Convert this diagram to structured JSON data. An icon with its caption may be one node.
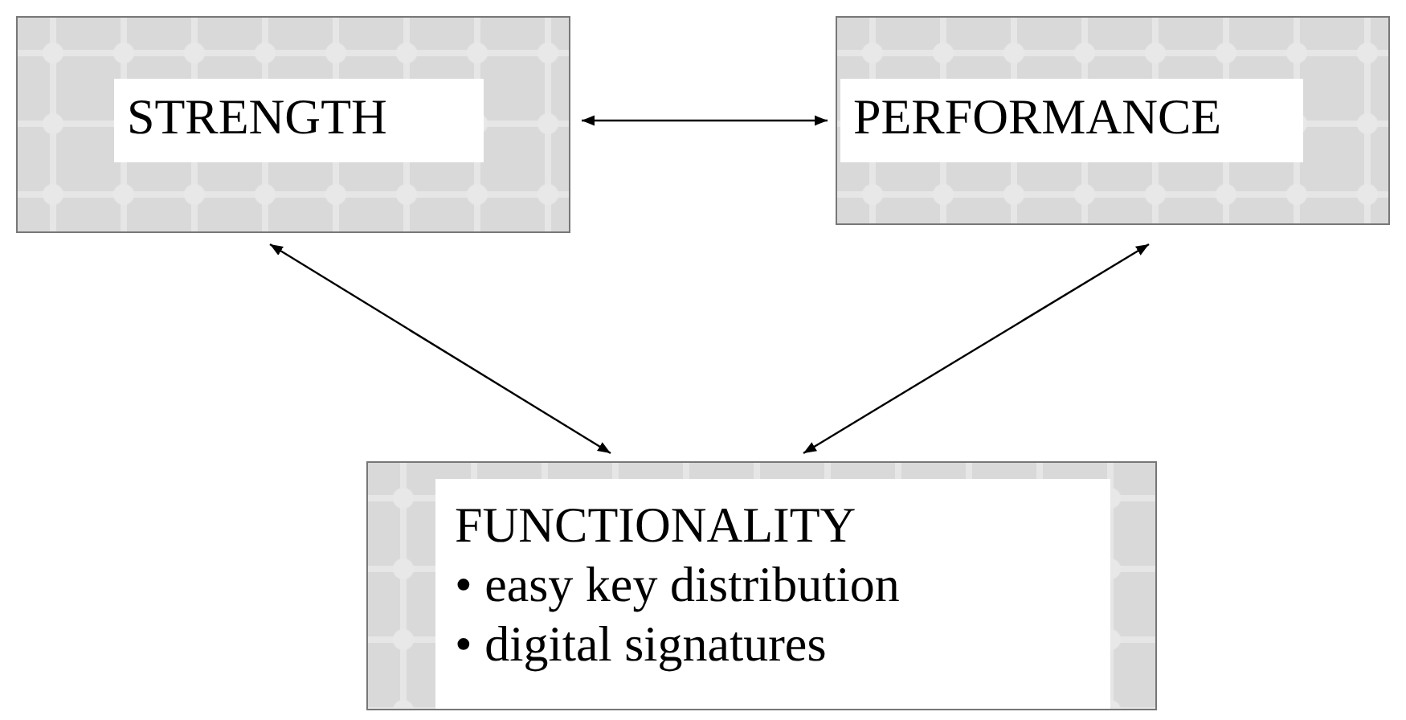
{
  "diagram": {
    "nodes": [
      {
        "text": [
          "STRENGTH"
        ]
      },
      {
        "text": [
          "PERFORMANCE"
        ]
      },
      {
        "text": [
          "FUNCTIONALITY",
          "• easy key distribution",
          "• digital signatures"
        ]
      }
    ],
    "edges": [
      {
        "from": 0,
        "to": 1,
        "arrow": "both"
      },
      {
        "from": 0,
        "to": 2,
        "arrow": "both"
      },
      {
        "from": 1,
        "to": 2,
        "arrow": "both"
      }
    ]
  }
}
